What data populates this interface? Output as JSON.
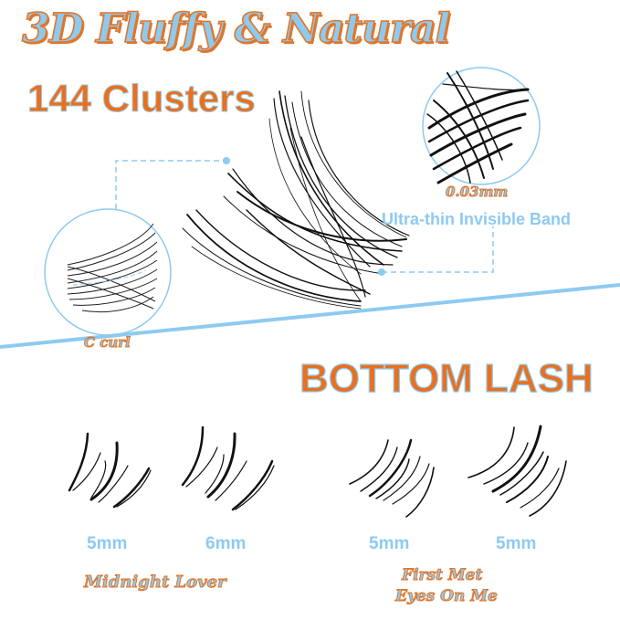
{
  "header": {
    "title": "3D Fluffy & Natural",
    "subtitle": "144 Clusters"
  },
  "callouts": {
    "thickness": "0.03mm",
    "band": "Ultra-thin Invisible Band",
    "curl": "C curl"
  },
  "section": {
    "title": "BOTTOM LASH"
  },
  "products": [
    {
      "name": "Midnight Lover",
      "lengths": [
        "5mm",
        "6mm"
      ]
    },
    {
      "name_line1": "First Met",
      "name_line2": "Eyes On Me",
      "lengths": [
        "5mm",
        "5mm"
      ]
    }
  ],
  "colors": {
    "accent_blue": "#8ecaf0",
    "accent_orange": "#ec6f1b",
    "outline_orange": "#e0762a"
  }
}
